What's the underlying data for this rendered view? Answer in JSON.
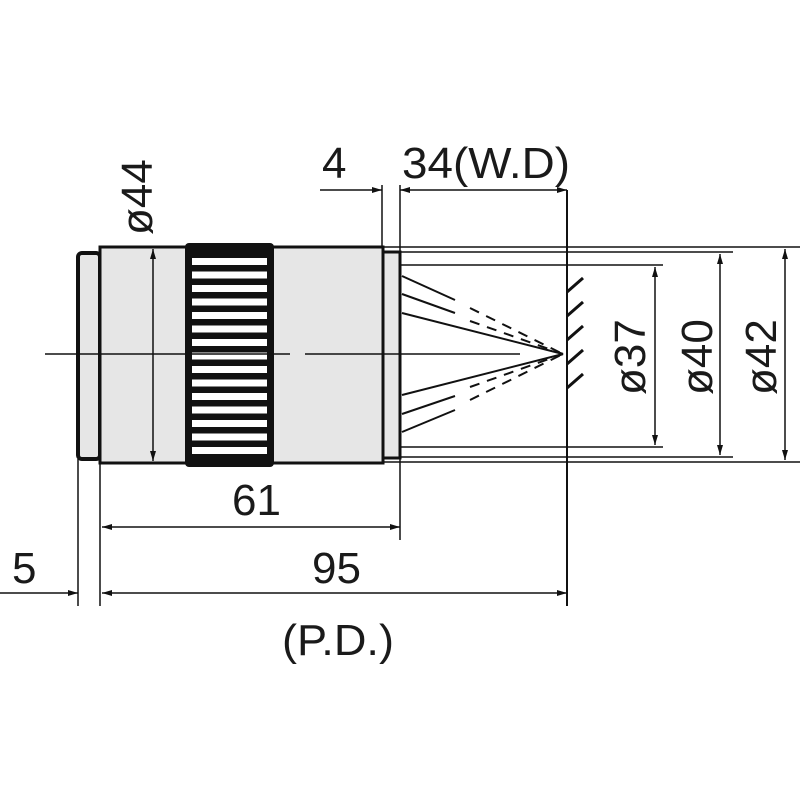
{
  "title": "Objective lens dimension drawing",
  "dimensions": {
    "diameter_body": "ø44",
    "front_offset": "4",
    "working_distance": "34(W.D)",
    "diameter_37": "ø37",
    "diameter_40": "ø40",
    "diameter_42": "ø42",
    "length_61": "61",
    "thread_5": "5",
    "parfocal_95": "95",
    "parfocal_label": "(P.D.)"
  },
  "colors": {
    "body_fill": "#e6e6e6",
    "line": "#111111"
  }
}
